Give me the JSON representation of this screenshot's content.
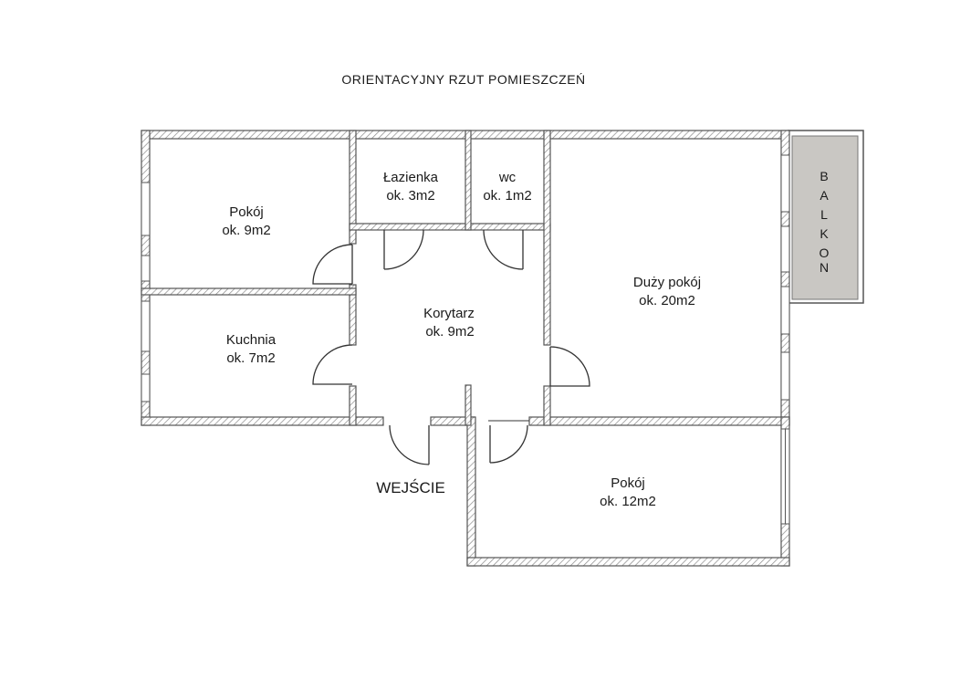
{
  "title": "ORIENTACYJNY RZUT POMIESZCZEŃ",
  "entrance": "WEJŚCIE",
  "balcony_letters": [
    "B",
    "A",
    "L",
    "K",
    "O",
    "N"
  ],
  "rooms": {
    "pokoj_9": {
      "name": "Pokój",
      "area": "ok. 9m2"
    },
    "lazienka": {
      "name": "Łazienka",
      "area": "ok. 3m2"
    },
    "wc": {
      "name": "wc",
      "area": "ok. 1m2"
    },
    "duzy_pokoj": {
      "name": "Duży pokój",
      "area": "ok. 20m2"
    },
    "kuchnia": {
      "name": "Kuchnia",
      "area": "ok. 7m2"
    },
    "korytarz": {
      "name": "Korytarz",
      "area": "ok. 9m2"
    },
    "pokoj_12": {
      "name": "Pokój",
      "area": "ok. 12m2"
    }
  },
  "colors": {
    "wall": "#555555",
    "wall_hatch": "#9a9a9a",
    "balcony_fill": "#c9c7c3",
    "text": "#1a1a1a"
  }
}
